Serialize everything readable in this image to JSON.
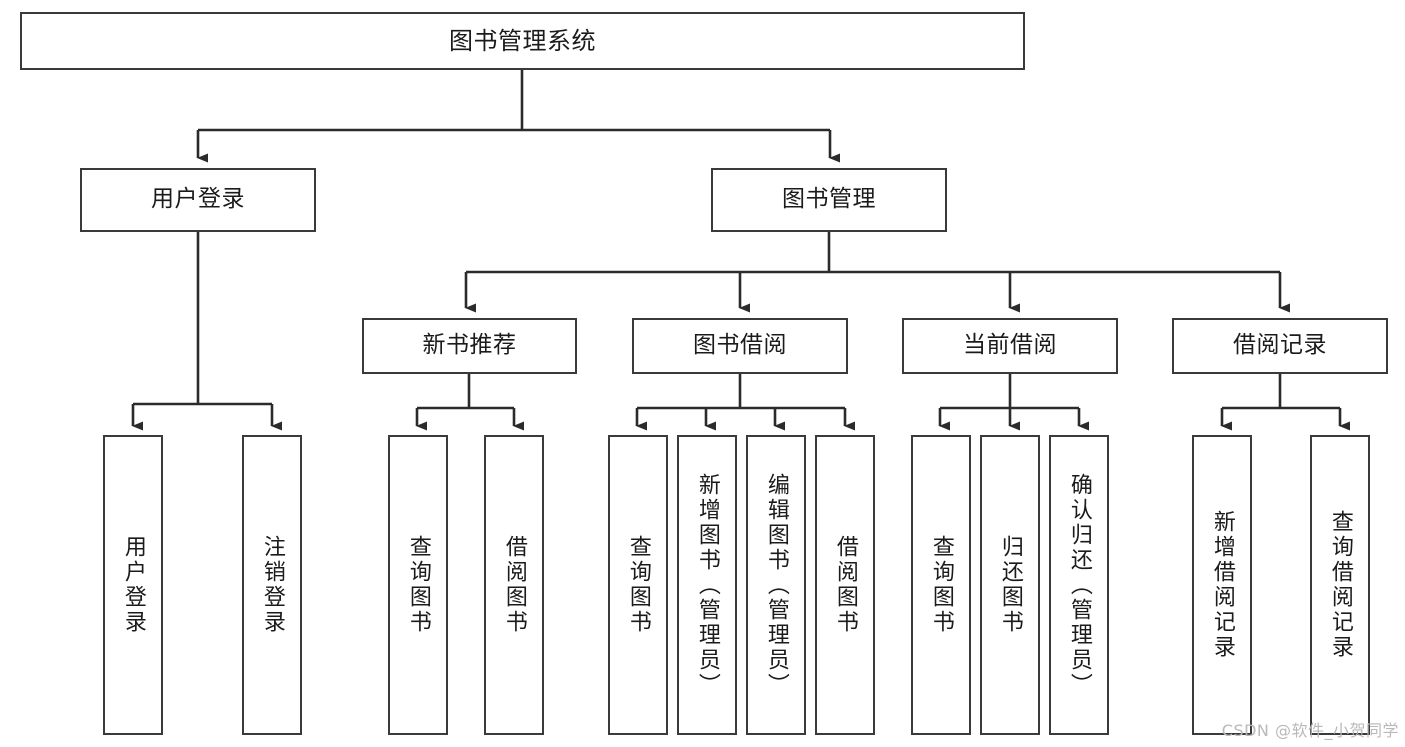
{
  "diagram": {
    "title": "图书管理系统",
    "type": "tree-hierarchy-chart",
    "colors": {
      "box_border": "#3a3a3a",
      "box_fill": "#ffffff",
      "connector": "#2b2b2b",
      "text": "#1b1b1b",
      "watermark": "#b9b9b9",
      "background": "#ffffff"
    },
    "root": {
      "id": "root",
      "label": "图书管理系统",
      "orientation": "horizontal"
    },
    "level2": [
      {
        "id": "user-login",
        "label": "用户登录",
        "orientation": "horizontal"
      },
      {
        "id": "book-management",
        "label": "图书管理",
        "orientation": "horizontal"
      }
    ],
    "level3": [
      {
        "id": "new-book-recommend",
        "label": "新书推荐",
        "orientation": "horizontal",
        "parent": "book-management"
      },
      {
        "id": "book-borrow",
        "label": "图书借阅",
        "orientation": "horizontal",
        "parent": "book-management"
      },
      {
        "id": "current-borrow",
        "label": "当前借阅",
        "orientation": "horizontal",
        "parent": "book-management"
      },
      {
        "id": "borrow-record",
        "label": "借阅记录",
        "orientation": "horizontal",
        "parent": "book-management"
      }
    ],
    "leaves": [
      {
        "id": "leaf-user-login",
        "label": "用户登录",
        "orientation": "vertical",
        "parent": "user-login"
      },
      {
        "id": "leaf-user-logout",
        "label": "注销登录",
        "orientation": "vertical",
        "parent": "user-login"
      },
      {
        "id": "leaf-query-book-1",
        "label": "查询图书",
        "orientation": "vertical",
        "parent": "new-book-recommend"
      },
      {
        "id": "leaf-borrow-book-1",
        "label": "借阅图书",
        "orientation": "vertical",
        "parent": "new-book-recommend"
      },
      {
        "id": "leaf-query-book-2",
        "label": "查询图书",
        "orientation": "vertical",
        "parent": "book-borrow"
      },
      {
        "id": "leaf-add-book",
        "label": "新增图书（管理员）",
        "orientation": "vertical",
        "parent": "book-borrow"
      },
      {
        "id": "leaf-edit-book",
        "label": "编辑图书（管理员）",
        "orientation": "vertical",
        "parent": "book-borrow"
      },
      {
        "id": "leaf-borrow-book-2",
        "label": "借阅图书",
        "orientation": "vertical",
        "parent": "book-borrow"
      },
      {
        "id": "leaf-query-book-3",
        "label": "查询图书",
        "orientation": "vertical",
        "parent": "current-borrow"
      },
      {
        "id": "leaf-return-book",
        "label": "归还图书",
        "orientation": "vertical",
        "parent": "current-borrow"
      },
      {
        "id": "leaf-confirm-return",
        "label": "确认归还（管理员）",
        "orientation": "vertical",
        "parent": "current-borrow"
      },
      {
        "id": "leaf-add-record",
        "label": "新增借阅记录",
        "orientation": "vertical",
        "parent": "borrow-record"
      },
      {
        "id": "leaf-query-record",
        "label": "查询借阅记录",
        "orientation": "vertical",
        "parent": "borrow-record"
      }
    ]
  },
  "watermark": {
    "text": "CSDN @软件_小贺同学"
  }
}
